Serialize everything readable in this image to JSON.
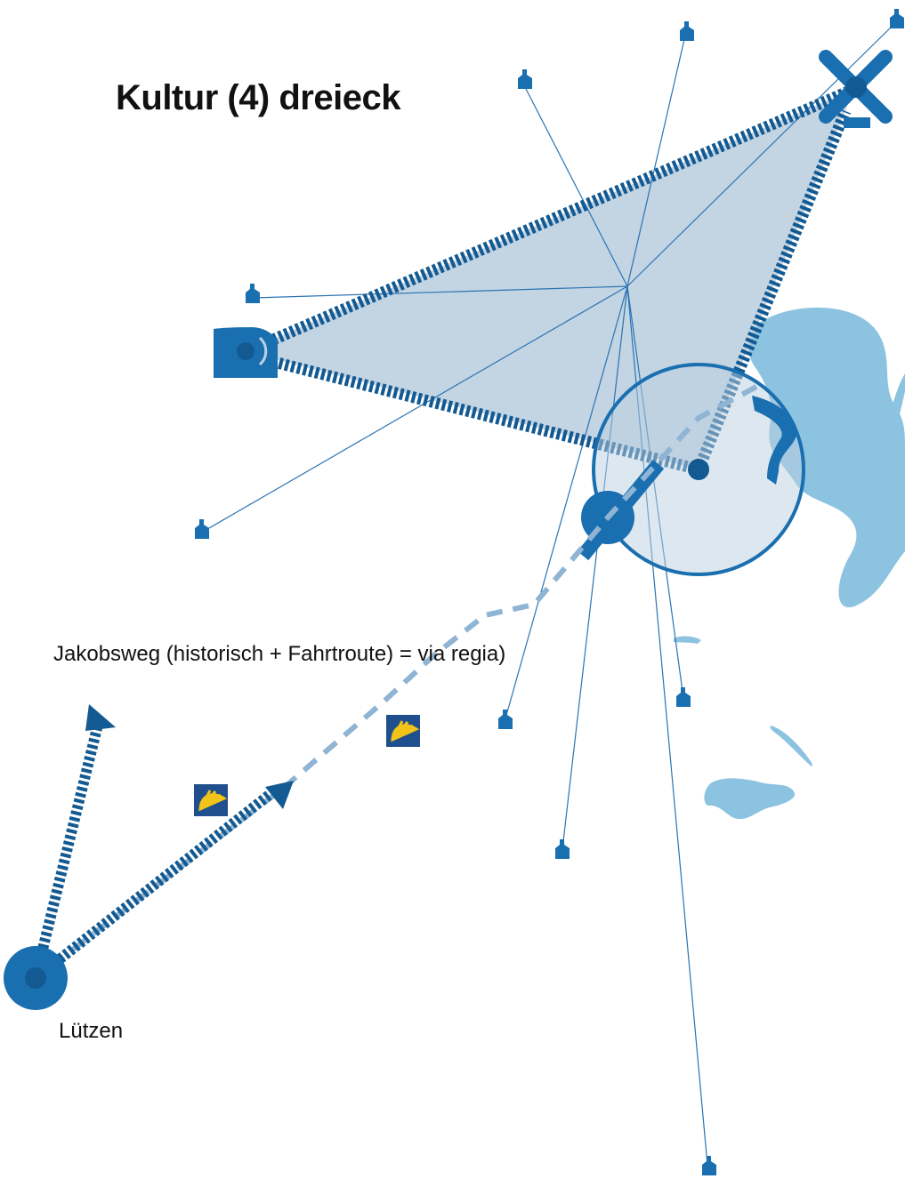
{
  "title": "Kultur (4) dreieck",
  "route_label": "Jakobsweg (historisch + Fahrtroute) = via regia)",
  "town_label": "Lützen",
  "colors": {
    "primary": "#1a6fb0",
    "dark": "#135a92",
    "triangle_fill": "#bccfe0",
    "water": "#8cc3e0",
    "dashed_route": "#8fb4d4",
    "shell_bg": "#1f4f8c",
    "shell": "#f2c318"
  },
  "icons": {
    "hub_icon": "x-cross-icon",
    "castle_icon": "castle-icon",
    "poi_icon": "church-icon",
    "pilgrim_icon": "scallop-shell-icon"
  }
}
